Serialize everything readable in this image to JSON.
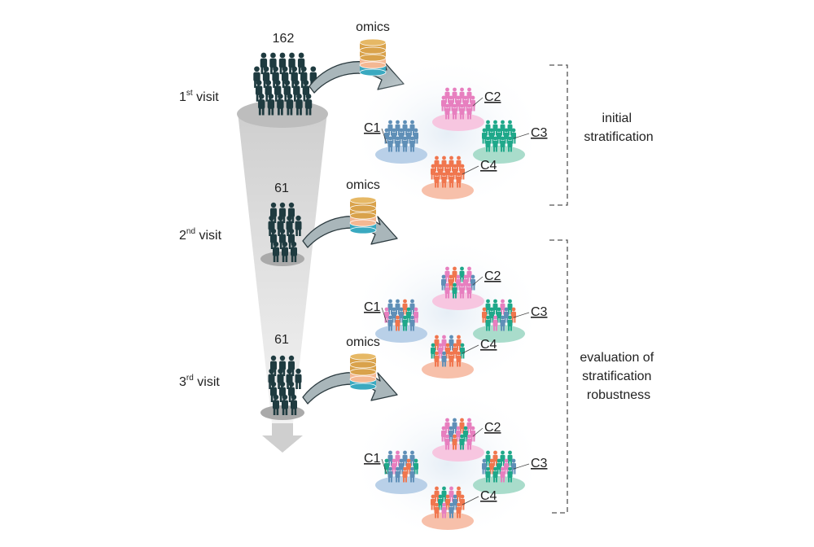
{
  "visits": [
    {
      "count": "162",
      "label_num": "1",
      "label_sup": "st",
      "label_text": " visit",
      "omics": "omics"
    },
    {
      "count": "61",
      "label_num": "2",
      "label_sup": "nd",
      "label_text": " visit",
      "omics": "omics"
    },
    {
      "count": "61",
      "label_num": "3",
      "label_sup": "rd",
      "label_text": " visit",
      "omics": "omics"
    }
  ],
  "clusters": [
    "C1",
    "C2",
    "C3",
    "C4"
  ],
  "brackets": {
    "initial": [
      "initial",
      "stratification"
    ],
    "evaluation": [
      "evaluation of",
      "stratification",
      "robustness"
    ]
  },
  "colors": {
    "crowd": "#1f3b40",
    "funnel": "#d6d6d6",
    "arrow": "#a9b6ba",
    "c1": "#5f8fb7",
    "c2": "#e77fbf",
    "c3": "#1fa88a",
    "c4": "#f0764e",
    "c1_base": "#b9d0e8",
    "c2_base": "#f7c6e0",
    "c3_base": "#a9dccb",
    "c4_base": "#f7c0aa",
    "db_top": "#d9a24b",
    "db_mid": "#f4b893",
    "db_low": "#3aa9c0"
  }
}
